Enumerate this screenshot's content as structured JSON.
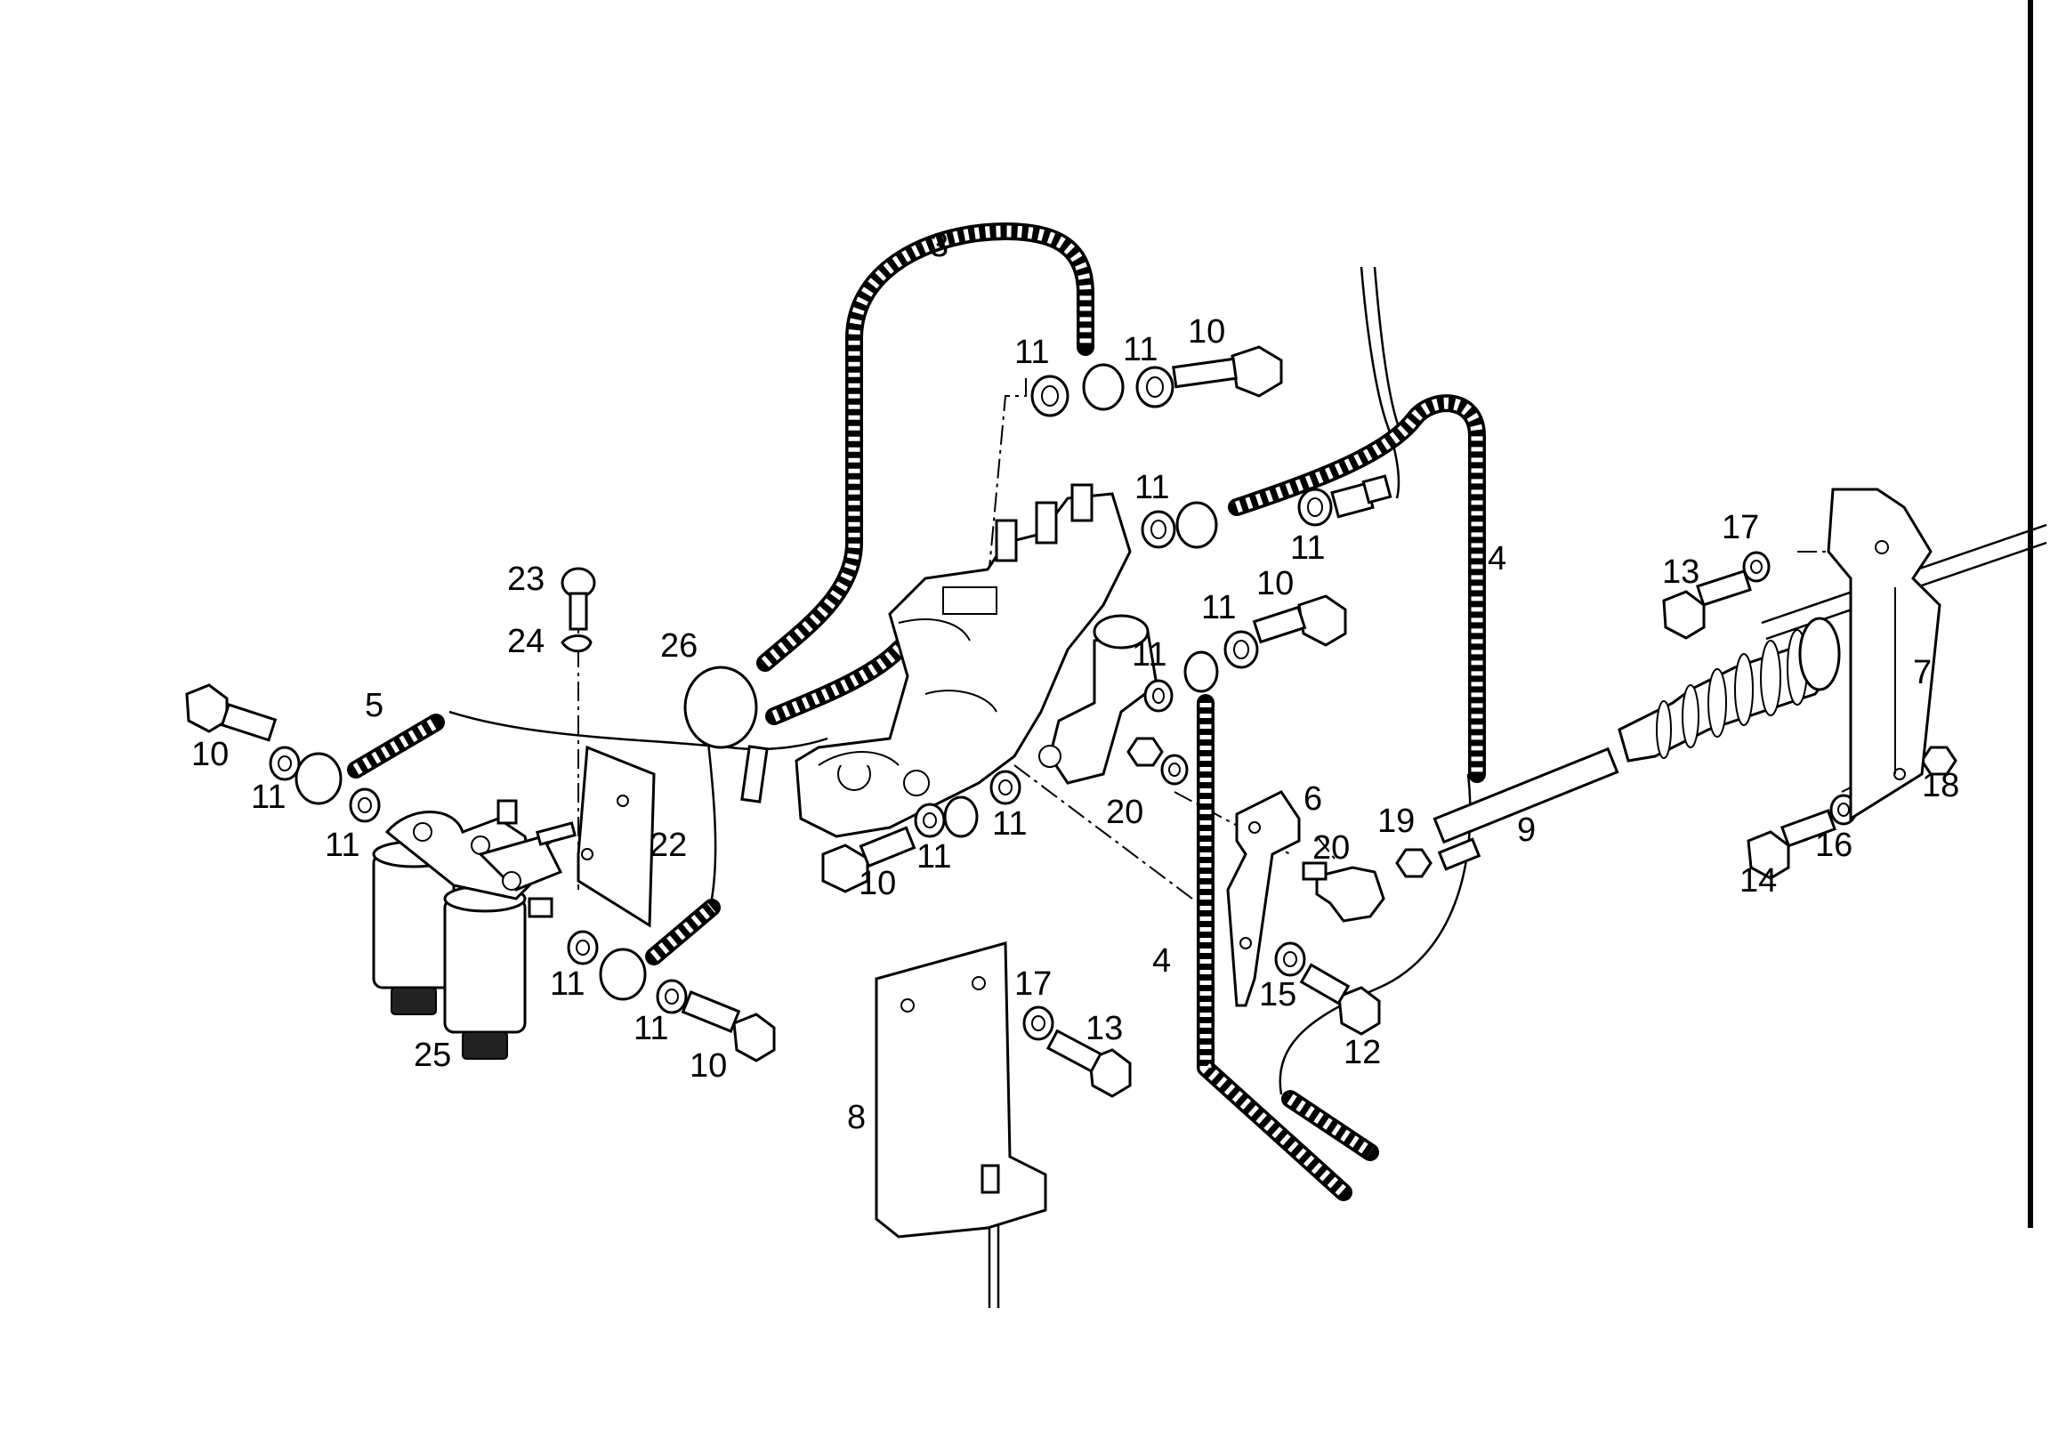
{
  "diagram": {
    "callouts": [
      {
        "key": "c3",
        "text": "3"
      },
      {
        "key": "c11a",
        "text": "11"
      },
      {
        "key": "c11b",
        "text": "11"
      },
      {
        "key": "c10a",
        "text": "10"
      },
      {
        "key": "c11c",
        "text": "11"
      },
      {
        "key": "c11d",
        "text": "11"
      },
      {
        "key": "c4a",
        "text": "4"
      },
      {
        "key": "c17a",
        "text": "17"
      },
      {
        "key": "c13a",
        "text": "13"
      },
      {
        "key": "c23",
        "text": "23"
      },
      {
        "key": "c24",
        "text": "24"
      },
      {
        "key": "c26",
        "text": "26"
      },
      {
        "key": "c11e",
        "text": "11"
      },
      {
        "key": "c10b",
        "text": "10"
      },
      {
        "key": "c11f",
        "text": "11"
      },
      {
        "key": "c7",
        "text": "7"
      },
      {
        "key": "c5",
        "text": "5"
      },
      {
        "key": "c10c",
        "text": "10"
      },
      {
        "key": "c11g",
        "text": "11"
      },
      {
        "key": "c11h",
        "text": "11"
      },
      {
        "key": "c22",
        "text": "22"
      },
      {
        "key": "c20a",
        "text": "20"
      },
      {
        "key": "c6",
        "text": "6"
      },
      {
        "key": "c18",
        "text": "18"
      },
      {
        "key": "c19",
        "text": "19"
      },
      {
        "key": "c20b",
        "text": "20"
      },
      {
        "key": "c9",
        "text": "9"
      },
      {
        "key": "c11i",
        "text": "11"
      },
      {
        "key": "c11j",
        "text": "11"
      },
      {
        "key": "c10d",
        "text": "10"
      },
      {
        "key": "c16",
        "text": "16"
      },
      {
        "key": "c14",
        "text": "14"
      },
      {
        "key": "c4b",
        "text": "4"
      },
      {
        "key": "c15",
        "text": "15"
      },
      {
        "key": "c17b",
        "text": "17"
      },
      {
        "key": "c11k",
        "text": "11"
      },
      {
        "key": "c11l",
        "text": "11"
      },
      {
        "key": "c13b",
        "text": "13"
      },
      {
        "key": "c12",
        "text": "12"
      },
      {
        "key": "c25",
        "text": "25"
      },
      {
        "key": "c10e",
        "text": "10"
      },
      {
        "key": "c8",
        "text": "8"
      }
    ]
  }
}
